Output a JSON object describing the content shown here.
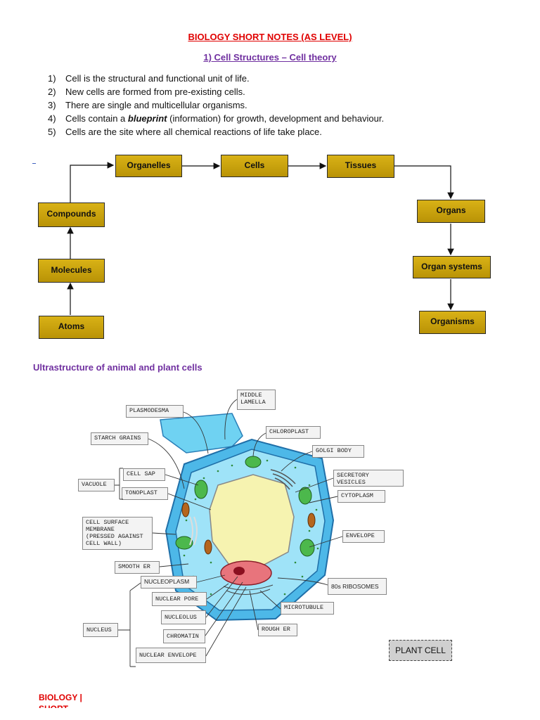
{
  "document": {
    "title": "BIOLOGY SHORT NOTES (AS LEVEL)",
    "subtitle": "1) Cell Structures – Cell theory",
    "theory": [
      {
        "num": "1)",
        "pre": "Cell is the structural and functional unit of life.",
        "em": "",
        "post": ""
      },
      {
        "num": "2)",
        "pre": "New cells are formed from pre-existing cells.",
        "em": "",
        "post": ""
      },
      {
        "num": "3)",
        "pre": "There are single and multicellular organisms.",
        "em": "",
        "post": ""
      },
      {
        "num": "4)",
        "pre": "Cells contain a ",
        "em": "blueprint",
        "post": " (information) for growth, development and behaviour."
      },
      {
        "num": "5)",
        "pre": "Cells are the site where all chemical reactions of life take place.",
        "em": "",
        "post": ""
      }
    ],
    "flow": {
      "atoms": "Atoms",
      "molecules": "Molecules",
      "compounds": "Compounds",
      "organelles": "Organelles",
      "cells": "Cells",
      "tissues": "Tissues",
      "organs": "Organs",
      "organ_systems": "Organ systems",
      "organisms": "Organisms"
    },
    "section_heading": "Ultrastructure of animal and plant cells",
    "labels": {
      "middle_lamella": "MIDDLE\nLAMELLA",
      "plasmodesma": "PLASMODESMA",
      "chloroplast": "CHLOROPLAST",
      "starch_grains": "STARCH GRAINS",
      "golgi_body": "GOLGI BODY",
      "cell_sap": "CELL SAP",
      "vacuole": "VACUOLE",
      "tonoplast": "TONOPLAST",
      "secretory_vesicles": "SECRETORY\nVESICLES",
      "cytoplasm": "CYTOPLASM",
      "cell_surface_membrane": "CELL SURFACE\nMEMBRANE\n(PRESSED AGAINST\nCELL WALL)",
      "envelope": "ENVELOPE",
      "smooth_er": "SMOOTH ER",
      "nucleoplasm": "NUCLEOPLASM",
      "ribosomes": "80s RIBOSOMES",
      "nuclear_pore": "NUCLEAR PORE",
      "microtubule": "MICROTUBULE",
      "nucleolus": "NUCLEOLUS",
      "nucleus": "NUCLEUS",
      "chromatin": "CHROMATIN",
      "rough_er": "ROUGH ER",
      "nuclear_envelope": "NUCLEAR ENVELOPE"
    },
    "plant_cell_caption": "PLANT CELL",
    "footer_line1": "BIOLOGY |",
    "footer_line2": "SHORT"
  },
  "colors": {
    "title_red": "#e00000",
    "heading_purple": "#7030a0",
    "box_gold": "#c9a008",
    "cell_wall_blue": "#5bc8ee",
    "vacuole_yellow": "#f6f3b0"
  }
}
